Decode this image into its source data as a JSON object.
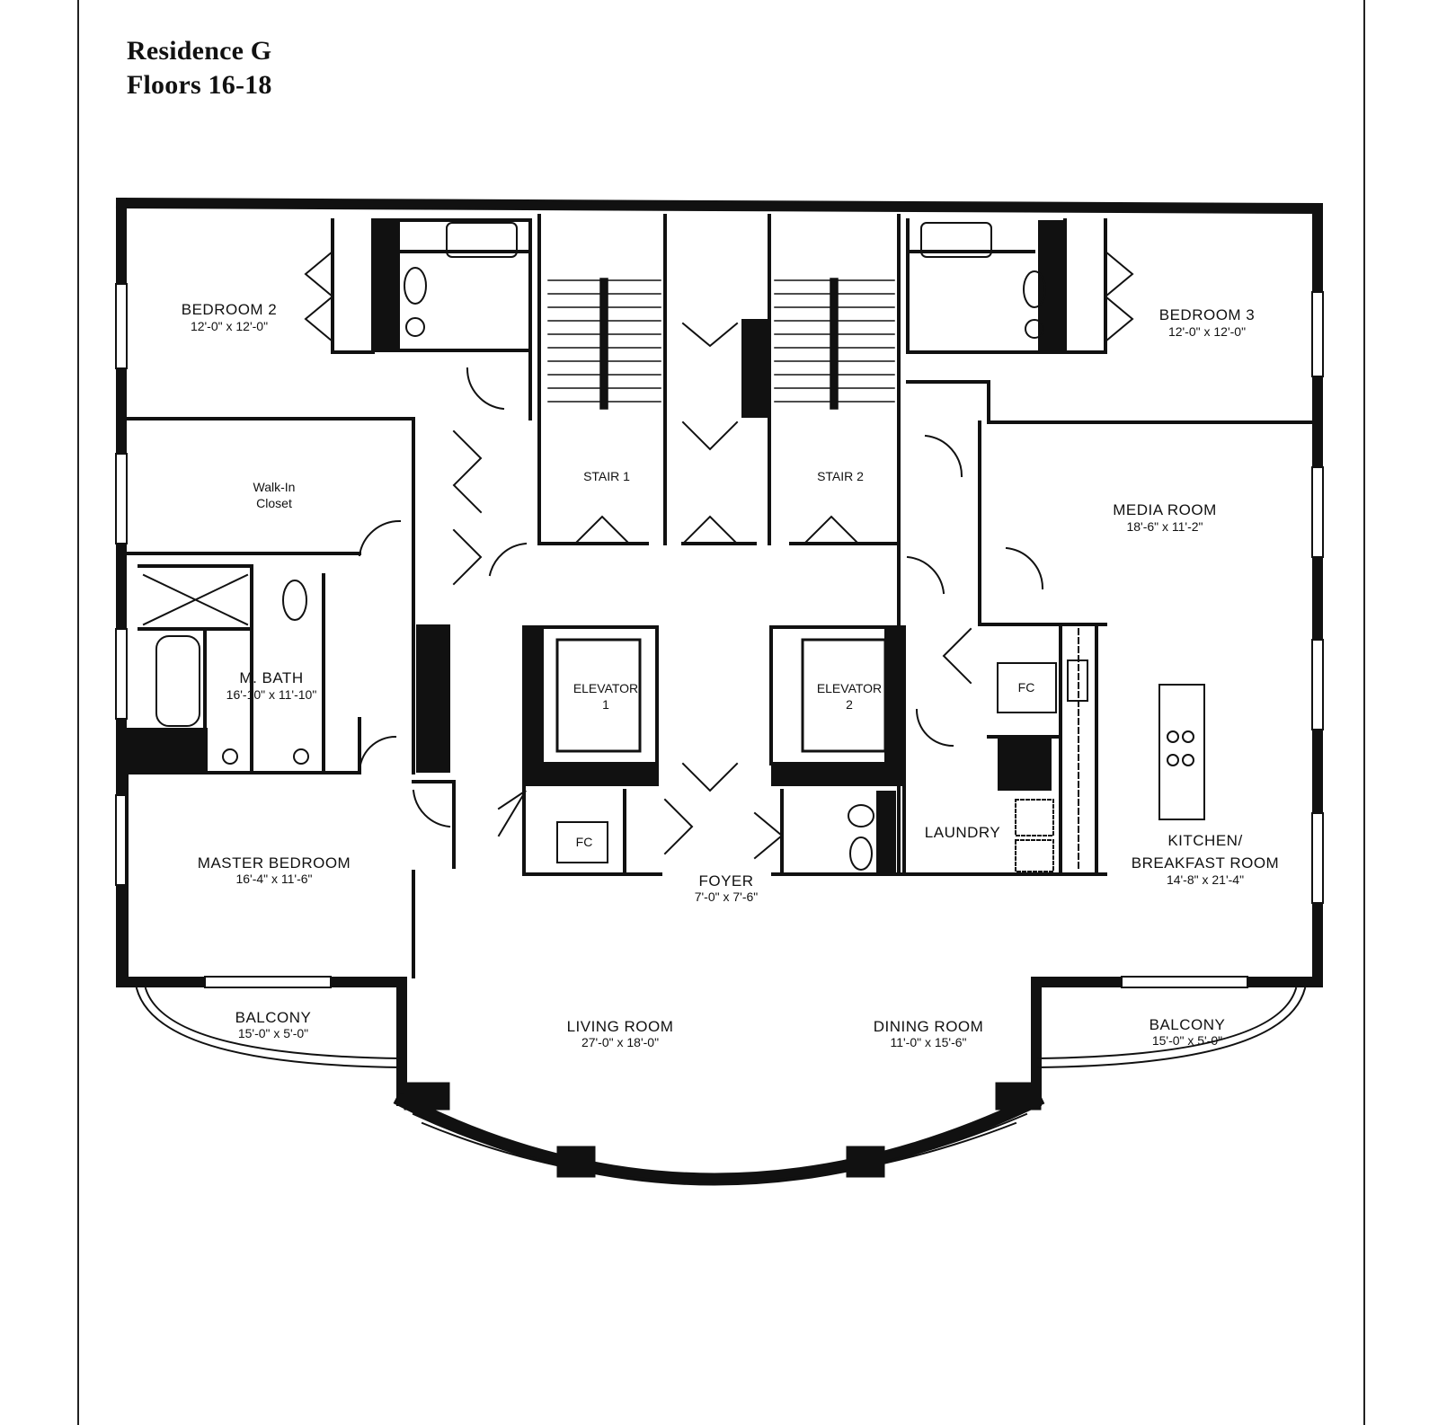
{
  "header": {
    "title": "Residence G",
    "subtitle": "Floors 16-18"
  },
  "rooms": {
    "bedroom2": {
      "name": "BEDROOM 2",
      "dims": "12'-0\" x 12'-0\""
    },
    "bedroom3": {
      "name": "BEDROOM 3",
      "dims": "12'-0\" x 12'-0\""
    },
    "walkin": {
      "line1": "Walk-In",
      "line2": "Closet"
    },
    "stair1": {
      "name": "STAIR 1"
    },
    "stair2": {
      "name": "STAIR 2"
    },
    "media": {
      "name": "MEDIA ROOM",
      "dims": "18'-6\" x 11'-2\""
    },
    "mbath": {
      "name": "M. BATH",
      "dims": "16'-10\" x 11'-10\""
    },
    "elevator1": {
      "line1": "ELEVATOR",
      "line2": "1"
    },
    "elevator2": {
      "line1": "ELEVATOR",
      "line2": "2"
    },
    "fc_left": {
      "name": "FC"
    },
    "fc_right": {
      "name": "FC"
    },
    "laundry": {
      "name": "LAUNDRY"
    },
    "foyer": {
      "name": "FOYER",
      "dims": "7'-0\" x 7'-6\""
    },
    "master": {
      "name": "MASTER BEDROOM",
      "dims": "16'-4\" x 11'-6\""
    },
    "kitchen": {
      "line1": "KITCHEN/",
      "line2": "BREAKFAST ROOM",
      "dims": "14'-8\" x 21'-4\""
    },
    "balcony_left": {
      "name": "BALCONY",
      "dims": "15'-0\" x 5'-0\""
    },
    "balcony_right": {
      "name": "BALCONY",
      "dims": "15'-0\" x 5'-0\""
    },
    "living": {
      "name": "LIVING ROOM",
      "dims": "27'-0\" x 18'-0\""
    },
    "dining": {
      "name": "DINING ROOM",
      "dims": "11'-0\" x 15'-6\""
    }
  }
}
